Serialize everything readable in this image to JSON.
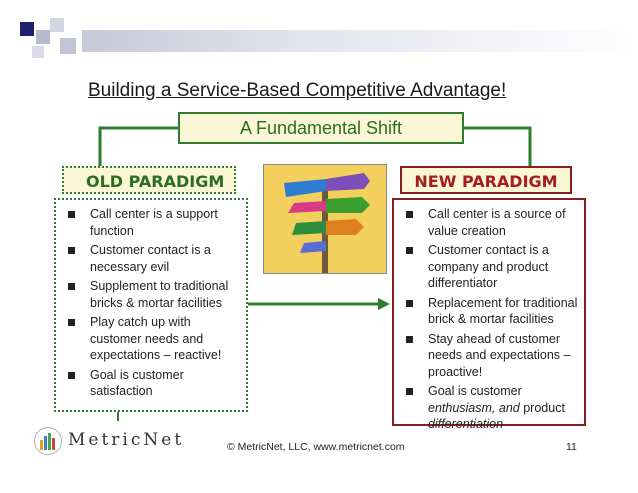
{
  "slide": {
    "title": "Building a Service-Based Competitive Advantage!",
    "subtitle": "A Fundamental Shift"
  },
  "old_paradigm": {
    "heading": "OLD PARADIGM",
    "items": [
      "Call center is a support function",
      "Customer contact is a necessary evil",
      "Supplement to traditional bricks & mortar facilities",
      "Play catch up with customer needs and expectations – reactive!",
      "Goal is customer satisfaction"
    ]
  },
  "new_paradigm": {
    "heading": "NEW PARADIGM",
    "items": [
      "Call center is a source of value creation",
      "Customer contact is a company and product differentiator",
      "Replacement for traditional brick & mortar facilities",
      "Stay ahead of customer needs and expectations – proactive!"
    ],
    "last_item": {
      "prefix": "Goal is customer",
      "italic1": "enthusiasm, and",
      "middle": "product",
      "italic2": "differentiation"
    }
  },
  "footer": {
    "brand": "MetricNet",
    "copyright": "© MetricNet, LLC, www.metricnet.com",
    "page_number": "11"
  },
  "icons": [
    "signpost-image",
    "metricnet-logo-icon",
    "bullet-square-icon",
    "arrow-right-icon"
  ],
  "colors": {
    "green": "#2e7d2e",
    "dark_red": "#8b1d1d",
    "cream": "#fbf6d6",
    "sign_bg": "#f5d36a"
  }
}
